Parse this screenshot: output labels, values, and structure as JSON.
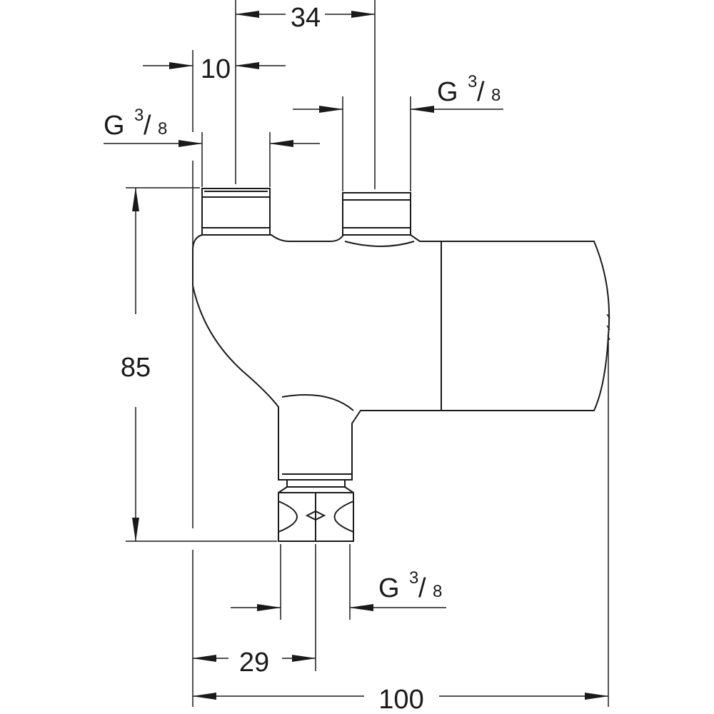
{
  "dimensions": {
    "width_top": "34",
    "offset_top": "10",
    "height": "85",
    "offset_bottom": "29",
    "total_width": "100"
  },
  "threads": {
    "prefix": "G",
    "numerator": "3",
    "slash": "/",
    "denominator": "8"
  },
  "colors": {
    "line": "#1a1a1a",
    "background": "#ffffff"
  }
}
